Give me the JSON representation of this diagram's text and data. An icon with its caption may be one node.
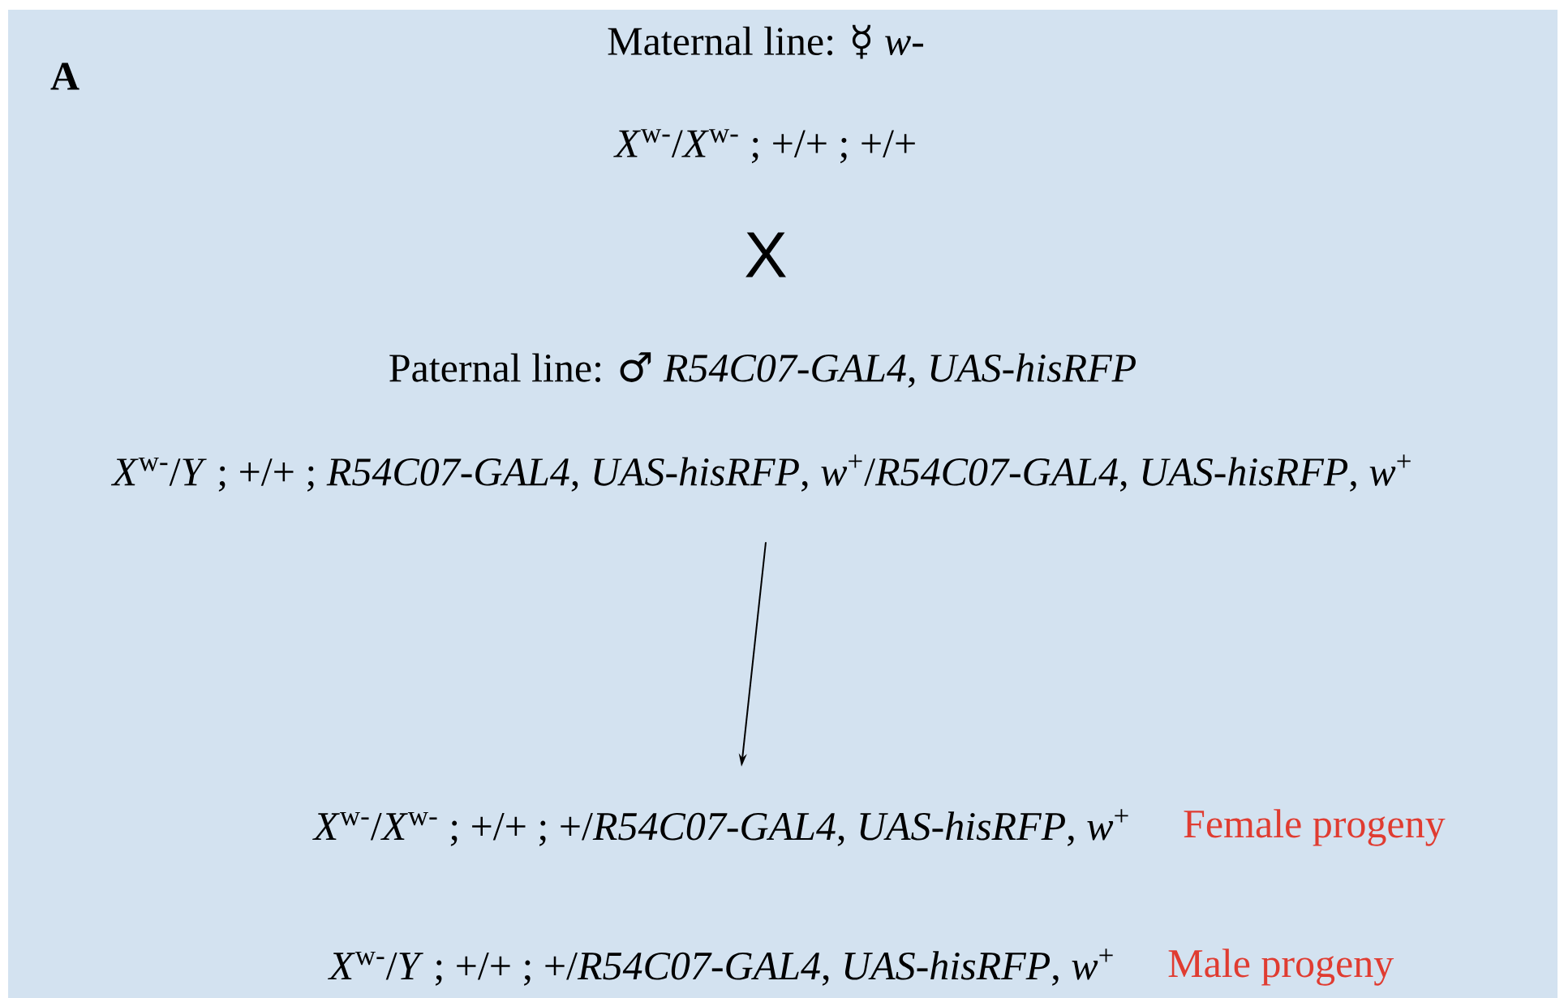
{
  "diagram": {
    "nodes": [
      {
        "text": [
          "Maternal line: ☿ *w-*",
          "*X*$^{w-}$/*X*$^{w-}$ ; +/+ ; +/+"
        ]
      },
      {
        "text": [
          "Paternal line: ♂ *R54C07-GAL4*, *UAS-hisRFP*",
          "*X*$^{w-}$/*Y* ; +/+ ; *R54C07-GAL4*, *UAS-hisRFP*, *w*$^{+}$/*R54C07-GAL4*, *UAS-hisRFP*, *w*$^{+}$"
        ]
      },
      {
        "text": [
          "*X*$^{w-}$/*X*$^{w-}$ ; +/+ ; +/*R54C07-GAL4*, *UAS-hisRFP*, *w*$^{+}$"
        ],
        "beside": [
          "Female progeny"
        ]
      },
      {
        "text": [
          "*X*$^{w-}$/*Y* ; +/+ ; +/*R54C07-GAL4*, *UAS-hisRFP*, *w*$^{+}$"
        ],
        "beside": [
          "Male progeny"
        ]
      }
    ],
    "edges": [
      {
        "from": 1,
        "to": 2,
        "arrow": "to"
      }
    ],
    "labels": [
      "A",
      "X"
    ]
  }
}
